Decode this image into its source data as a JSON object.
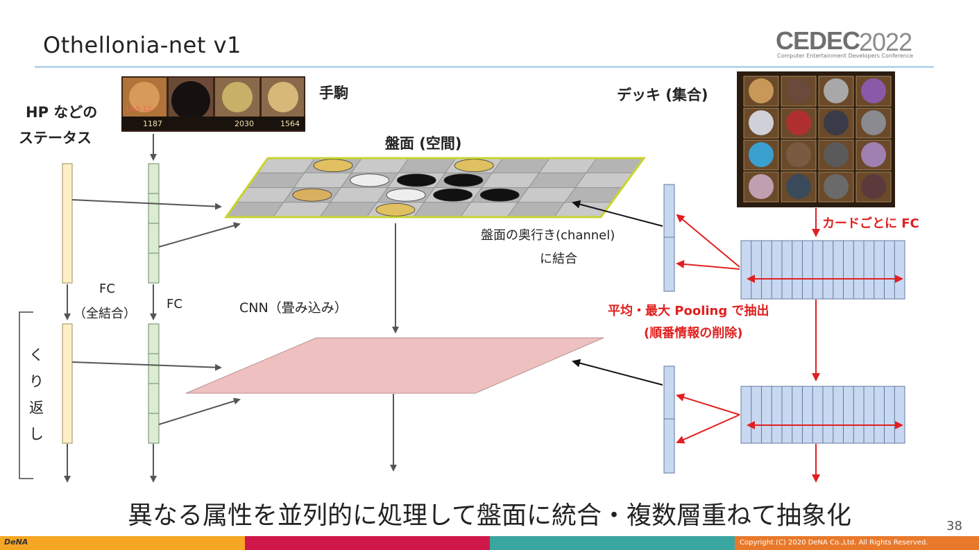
{
  "slide": {
    "title": "Othellonia-net v1",
    "page_number": "38",
    "caption": "異なる属性を並列的に処理して盤面に統合・複数層重ねて抽象化"
  },
  "logo": {
    "brand": "CEDEC",
    "year": "2022",
    "subtitle": "Computer Entertainment Developers Conference"
  },
  "labels": {
    "hand": "手駒",
    "status_line1": "HP などの",
    "status_line2": "ステータス",
    "board": "盤面 (空間)",
    "deck": "デッキ (集合)",
    "fc_full_line1": "FC",
    "fc_full_line2": "（全結合）",
    "fc": "FC",
    "cnn": "CNN（畳み込み）",
    "channel_line1": "盤面の奥行き(channel)",
    "channel_line2": "に結合",
    "per_card_fc": "カードごとに FC",
    "pooling_line1": "平均・最大 Pooling で抽出",
    "pooling_line2": "(順番情報の削除)",
    "repeat_1": "く",
    "repeat_2": "り",
    "repeat_3": "返",
    "repeat_4": "し"
  },
  "hand_cards": [
    {
      "level": "Lv.5-12",
      "stat": "1187"
    },
    {
      "level": "",
      "stat": ""
    },
    {
      "level": "",
      "stat": "2030"
    },
    {
      "level": "",
      "stat": "1564"
    }
  ],
  "footer": {
    "company": "DeNA",
    "copyright": "Copyright (C) 2020 DeNA Co.,Ltd. All Rights Reserved."
  },
  "colors": {
    "status_bar": "#fdf0c4",
    "hand_bar": "#dcebd4",
    "deck_bar": "#c8d8f0",
    "cnn_layer": "#efc0c0",
    "board_border": "#c8d430",
    "accent_red": "#e02020",
    "arrow_gray": "#555555",
    "footer_orange": "#f6a623",
    "footer_crimson": "#d0174a",
    "footer_teal": "#3aa6a0",
    "footer_dark_orange": "#e8792b"
  },
  "icons": {
    "cedec_logo": "cedec-logo",
    "dena_logo": "dena-logo"
  }
}
